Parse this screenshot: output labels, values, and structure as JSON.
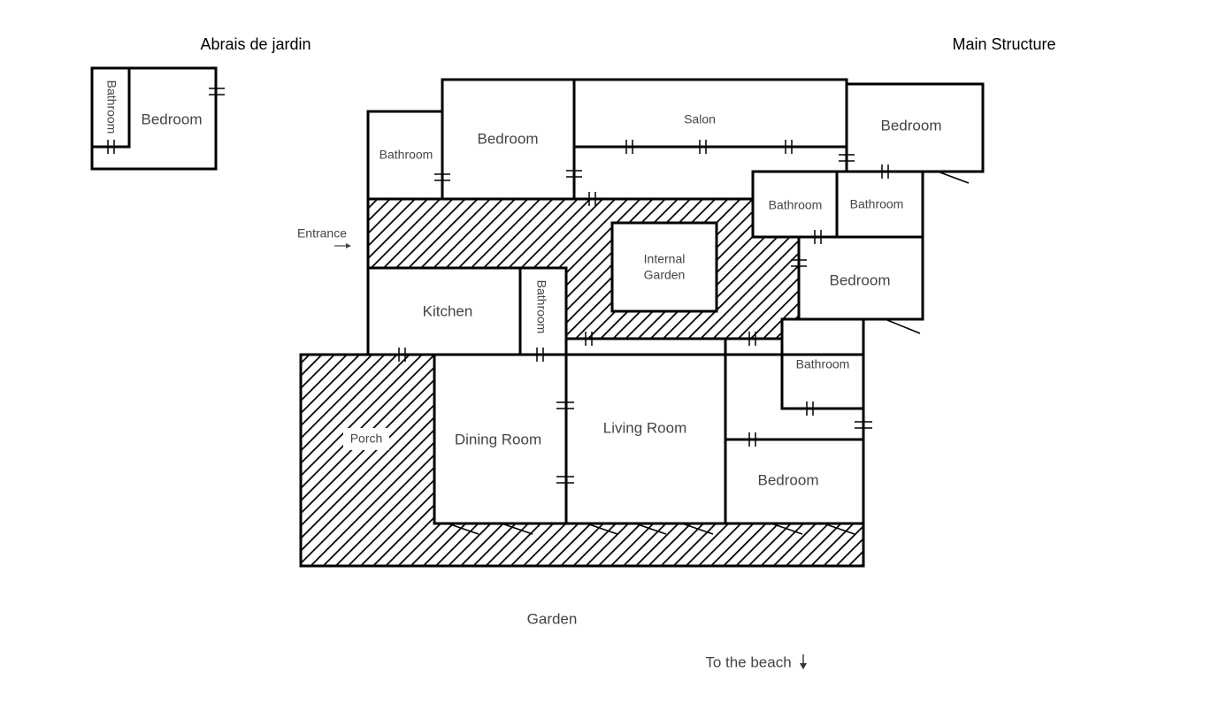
{
  "titles": {
    "annex": "Abrais de jardin",
    "main": "Main Structure"
  },
  "rooms": {
    "annex_bathroom": "Bathroom",
    "annex_bedroom": "Bedroom",
    "bathroom_nw": "Bathroom",
    "bedroom_n": "Bedroom",
    "salon": "Salon",
    "bedroom_ne": "Bedroom",
    "bathroom_e1": "Bathroom",
    "bathroom_e2": "Bathroom",
    "internal_garden_1": "Internal",
    "internal_garden_2": "Garden",
    "kitchen": "Kitchen",
    "bathroom_kitchen": "Bathroom",
    "bedroom_e": "Bedroom",
    "bathroom_se": "Bathroom",
    "porch": "Porch",
    "dining_room": "Dining Room",
    "living_room": "Living Room",
    "bedroom_se": "Bedroom"
  },
  "labels": {
    "entrance": "Entrance",
    "garden": "Garden",
    "beach": "To the beach"
  }
}
